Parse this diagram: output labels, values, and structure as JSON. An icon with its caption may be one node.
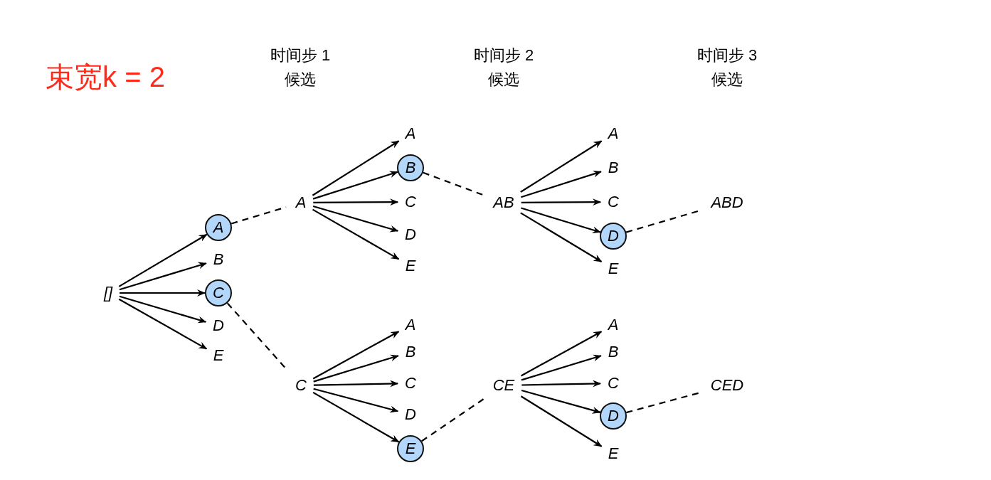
{
  "diagram": {
    "nodes": [
      {
        "text": [
          "[]"
        ]
      },
      {
        "text": [
          "A"
        ]
      },
      {
        "text": [
          "B"
        ]
      },
      {
        "text": [
          "C"
        ]
      },
      {
        "text": [
          "D"
        ]
      },
      {
        "text": [
          "E"
        ]
      },
      {
        "text": [
          "A"
        ]
      },
      {
        "text": [
          "A"
        ]
      },
      {
        "text": [
          "B"
        ]
      },
      {
        "text": [
          "C"
        ]
      },
      {
        "text": [
          "D"
        ]
      },
      {
        "text": [
          "E"
        ]
      },
      {
        "text": [
          "C"
        ]
      },
      {
        "text": [
          "A"
        ]
      },
      {
        "text": [
          "B"
        ]
      },
      {
        "text": [
          "C"
        ]
      },
      {
        "text": [
          "D"
        ]
      },
      {
        "text": [
          "E"
        ]
      },
      {
        "text": [
          "AB"
        ]
      },
      {
        "text": [
          "A"
        ]
      },
      {
        "text": [
          "B"
        ]
      },
      {
        "text": [
          "C"
        ]
      },
      {
        "text": [
          "D"
        ]
      },
      {
        "text": [
          "E"
        ]
      },
      {
        "text": [
          "CE"
        ]
      },
      {
        "text": [
          "A"
        ]
      },
      {
        "text": [
          "B"
        ]
      },
      {
        "text": [
          "C"
        ]
      },
      {
        "text": [
          "D"
        ]
      },
      {
        "text": [
          "E"
        ]
      },
      {
        "text": [
          "ABD"
        ]
      },
      {
        "text": [
          "CED"
        ]
      }
    ],
    "edges": [
      {
        "from": 0,
        "to": 1,
        "arrow": "to"
      },
      {
        "from": 0,
        "to": 2,
        "arrow": "to"
      },
      {
        "from": 0,
        "to": 3,
        "arrow": "to"
      },
      {
        "from": 0,
        "to": 4,
        "arrow": "to"
      },
      {
        "from": 0,
        "to": 5,
        "arrow": "to"
      },
      {
        "from": 1,
        "to": 6,
        "arrow": "none",
        "style": "dashed"
      },
      {
        "from": 3,
        "to": 12,
        "arrow": "none",
        "style": "dashed"
      },
      {
        "from": 6,
        "to": 7,
        "arrow": "to"
      },
      {
        "from": 6,
        "to": 8,
        "arrow": "to"
      },
      {
        "from": 6,
        "to": 9,
        "arrow": "to"
      },
      {
        "from": 6,
        "to": 10,
        "arrow": "to"
      },
      {
        "from": 6,
        "to": 11,
        "arrow": "to"
      },
      {
        "from": 8,
        "to": 18,
        "arrow": "none",
        "style": "dashed"
      },
      {
        "from": 12,
        "to": 13,
        "arrow": "to"
      },
      {
        "from": 12,
        "to": 14,
        "arrow": "to"
      },
      {
        "from": 12,
        "to": 15,
        "arrow": "to"
      },
      {
        "from": 12,
        "to": 16,
        "arrow": "to"
      },
      {
        "from": 12,
        "to": 17,
        "arrow": "to"
      },
      {
        "from": 17,
        "to": 24,
        "arrow": "none",
        "style": "dashed"
      },
      {
        "from": 18,
        "to": 19,
        "arrow": "to"
      },
      {
        "from": 18,
        "to": 20,
        "arrow": "to"
      },
      {
        "from": 18,
        "to": 21,
        "arrow": "to"
      },
      {
        "from": 18,
        "to": 22,
        "arrow": "to"
      },
      {
        "from": 18,
        "to": 23,
        "arrow": "to"
      },
      {
        "from": 22,
        "to": 30,
        "arrow": "none",
        "style": "dashed"
      },
      {
        "from": 24,
        "to": 25,
        "arrow": "to"
      },
      {
        "from": 24,
        "to": 26,
        "arrow": "to"
      },
      {
        "from": 24,
        "to": 27,
        "arrow": "to"
      },
      {
        "from": 24,
        "to": 28,
        "arrow": "to"
      },
      {
        "from": 24,
        "to": 29,
        "arrow": "to"
      },
      {
        "from": 28,
        "to": 31,
        "arrow": "none",
        "style": "dashed"
      }
    ],
    "labels": [
      "时间步 1",
      "时间步 2",
      "时间步 3",
      "束宽k = 2",
      "候选",
      "候选",
      "候选"
    ]
  }
}
